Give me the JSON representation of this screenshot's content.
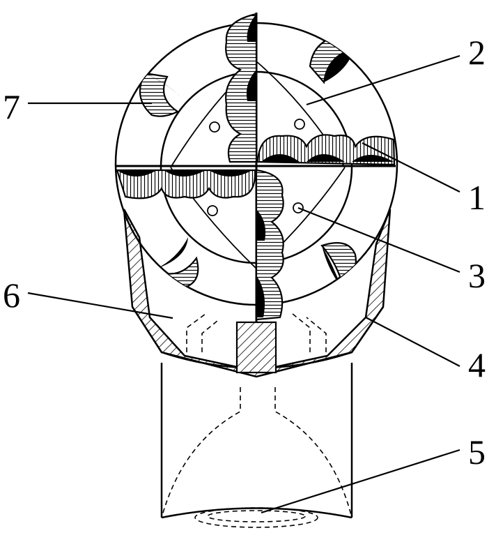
{
  "figure": {
    "labels": [
      {
        "id": "label-1",
        "text": "1"
      },
      {
        "id": "label-2",
        "text": "2"
      },
      {
        "id": "label-3",
        "text": "3"
      },
      {
        "id": "label-4",
        "text": "4"
      },
      {
        "id": "label-5",
        "text": "5"
      },
      {
        "id": "label-6",
        "text": "6"
      },
      {
        "id": "label-7",
        "text": "7"
      }
    ]
  }
}
